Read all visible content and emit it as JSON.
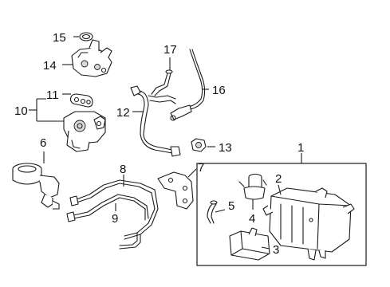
{
  "callouts": {
    "c1": "1",
    "c2": "2",
    "c3": "3",
    "c4": "4",
    "c5": "5",
    "c6": "6",
    "c7": "7",
    "c8": "8",
    "c9": "9",
    "c10": "10",
    "c11": "11",
    "c12": "12",
    "c13": "13",
    "c14": "14",
    "c15": "15",
    "c16": "16",
    "c17": "17"
  },
  "colors": {
    "line": "#1a1a1a",
    "background": "#ffffff",
    "shading": "#d9d9d9"
  }
}
